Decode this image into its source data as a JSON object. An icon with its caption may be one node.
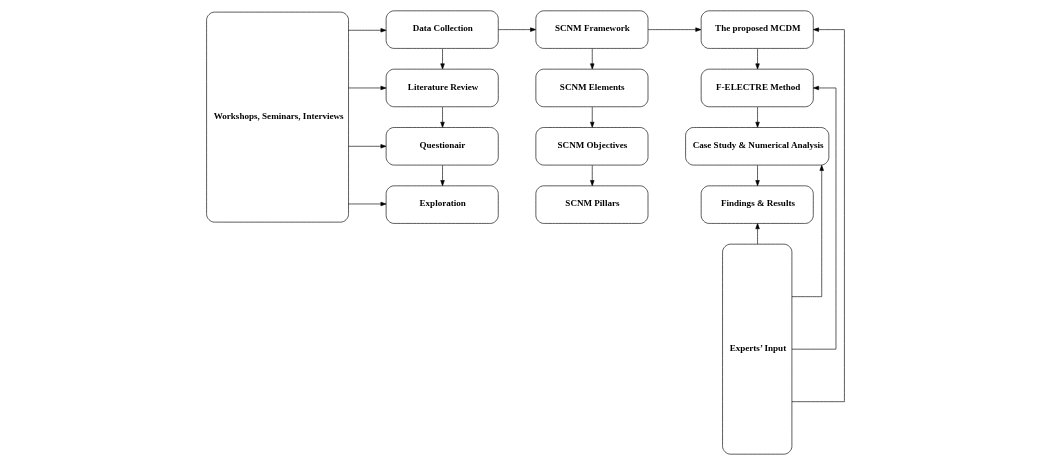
{
  "diagram": {
    "nodes": [
      {
        "text": [
          "Workshops, Seminars, Interviews"
        ]
      },
      {
        "text": [
          "Data Collection"
        ]
      },
      {
        "text": [
          "Literature Review"
        ]
      },
      {
        "text": [
          "Questionair"
        ]
      },
      {
        "text": [
          "Exploration"
        ]
      },
      {
        "text": [
          "SCNM Framework"
        ]
      },
      {
        "text": [
          "SCNM Elements"
        ]
      },
      {
        "text": [
          "SCNM Objectives"
        ]
      },
      {
        "text": [
          "SCNM Pillars"
        ]
      },
      {
        "text": [
          "The proposed MCDM"
        ]
      },
      {
        "text": [
          "F-ELECTRE Method"
        ]
      },
      {
        "text": [
          "Case Study & Numerical Analysis"
        ]
      },
      {
        "text": [
          "Findings & Results"
        ]
      },
      {
        "text": [
          "Experts’ Input"
        ]
      }
    ],
    "edges": [
      {
        "from": 0,
        "to": 1,
        "arrow": "to"
      },
      {
        "from": 0,
        "to": 2,
        "arrow": "to"
      },
      {
        "from": 0,
        "to": 3,
        "arrow": "to"
      },
      {
        "from": 0,
        "to": 4,
        "arrow": "to"
      },
      {
        "from": 1,
        "to": 2,
        "arrow": "to"
      },
      {
        "from": 2,
        "to": 3,
        "arrow": "to"
      },
      {
        "from": 3,
        "to": 4,
        "arrow": "to"
      },
      {
        "from": 1,
        "to": 5,
        "arrow": "to"
      },
      {
        "from": 5,
        "to": 6,
        "arrow": "to"
      },
      {
        "from": 6,
        "to": 7,
        "arrow": "to"
      },
      {
        "from": 7,
        "to": 8,
        "arrow": "to"
      },
      {
        "from": 5,
        "to": 9,
        "arrow": "to"
      },
      {
        "from": 9,
        "to": 10,
        "arrow": "to"
      },
      {
        "from": 10,
        "to": 11,
        "arrow": "to"
      },
      {
        "from": 11,
        "to": 12,
        "arrow": "to"
      },
      {
        "from": 13,
        "to": 9,
        "arrow": "to"
      },
      {
        "from": 13,
        "to": 10,
        "arrow": "to"
      },
      {
        "from": 13,
        "to": 11,
        "arrow": "to"
      },
      {
        "from": 13,
        "to": 12,
        "arrow": "to"
      }
    ]
  }
}
